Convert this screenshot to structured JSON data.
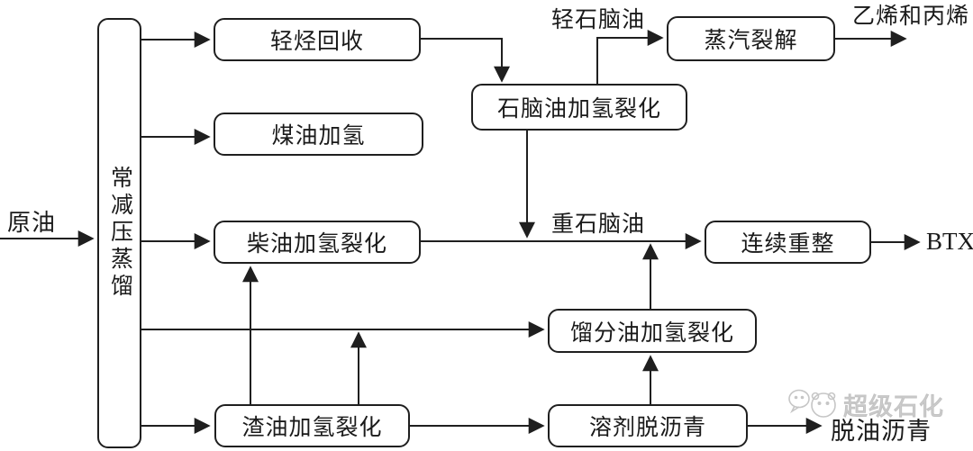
{
  "diagram": {
    "type": "process-flow-diagram",
    "language": "zh-CN",
    "colors": {
      "background": "#ffffff",
      "line": "#1f1f1f",
      "text": "#1a1a1a",
      "watermark": "#c9c9c9"
    },
    "nodes": {
      "distillation": {
        "label": "常减压蒸馏"
      },
      "light_hc_recovery": {
        "label": "轻烃回收"
      },
      "kerosene_hydrotreating": {
        "label": "煤油加氢"
      },
      "diesel_hydrocracking": {
        "label": "柴油加氢裂化"
      },
      "residue_hydrocracking": {
        "label": "渣油加氢裂化"
      },
      "naphtha_hydrocracking": {
        "label": "石脑油加氢裂化"
      },
      "steam_cracking": {
        "label": "蒸汽裂解"
      },
      "continuous_reforming": {
        "label": "连续重整"
      },
      "distillate_hydrocracking": {
        "label": "馏分油加氢裂化"
      },
      "solvent_deasphalting": {
        "label": "溶剂脱沥青"
      }
    },
    "stream_labels": {
      "crude_oil": "原油",
      "light_naphtha": "轻石脑油",
      "ethylene_and_propylene": "乙烯和丙烯",
      "heavy_naphtha": "重石脑油",
      "btx": "BTX",
      "deoiled_asphalt": "脱油沥青"
    },
    "edges": [
      {
        "from": "原油",
        "to": "常减压蒸馏"
      },
      {
        "from": "常减压蒸馏",
        "to": "轻烃回收"
      },
      {
        "from": "常减压蒸馏",
        "to": "煤油加氢"
      },
      {
        "from": "常减压蒸馏",
        "to": "柴油加氢裂化"
      },
      {
        "from": "常减压蒸馏",
        "to": "馏分油加氢裂化"
      },
      {
        "from": "常减压蒸馏",
        "to": "渣油加氢裂化"
      },
      {
        "from": "轻烃回收",
        "to": "石脑油加氢裂化"
      },
      {
        "from": "石脑油加氢裂化",
        "to": "蒸汽裂解",
        "label": "轻石脑油"
      },
      {
        "from": "蒸汽裂解",
        "to": "乙烯和丙烯"
      },
      {
        "from": "石脑油加氢裂化",
        "to": "连续重整",
        "label": "重石脑油"
      },
      {
        "from": "柴油加氢裂化",
        "to": "连续重整",
        "label": "重石脑油"
      },
      {
        "from": "馏分油加氢裂化",
        "to": "连续重整"
      },
      {
        "from": "连续重整",
        "to": "BTX"
      },
      {
        "from": "渣油加氢裂化",
        "to": "柴油加氢裂化"
      },
      {
        "from": "渣油加氢裂化",
        "to": "馏分油加氢裂化"
      },
      {
        "from": "渣油加氢裂化",
        "to": "溶剂脱沥青"
      },
      {
        "from": "溶剂脱沥青",
        "to": "馏分油加氢裂化"
      },
      {
        "from": "溶剂脱沥青",
        "to": "脱油沥青"
      }
    ],
    "watermark": {
      "text": "超级石化"
    }
  }
}
